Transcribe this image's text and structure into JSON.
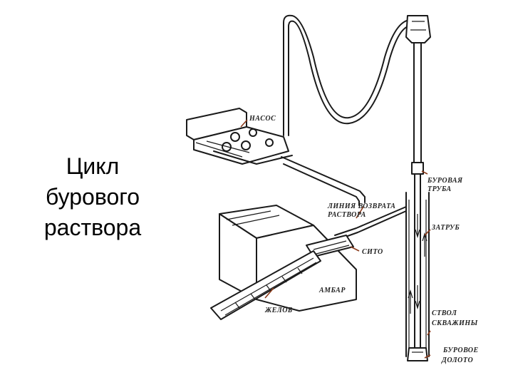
{
  "slide": {
    "title_lines": [
      "Цикл",
      "бурового",
      "раствора"
    ]
  },
  "diagram": {
    "labels": {
      "pump": "НАСОС",
      "drill_pipe_1": "БУРОВАЯ",
      "drill_pipe_2": "ТРУБА",
      "return_line_1": "ЛИНИЯ ВОЗВРАТА",
      "return_line_2": "РАСТВОРА",
      "annulus": "ЗАТРУБ",
      "screen": "СИТО",
      "pit": "АМБАР",
      "trough": "ЖЕЛОБ",
      "wellbore_1": "СТВОЛ",
      "wellbore_2": "СКВАЖИНЫ",
      "bit_1": "БУРОВОЕ",
      "bit_2": "ДОЛОТО"
    },
    "colors": {
      "ink": "#1a1a1a",
      "arrow": "#8a3a1a"
    }
  }
}
